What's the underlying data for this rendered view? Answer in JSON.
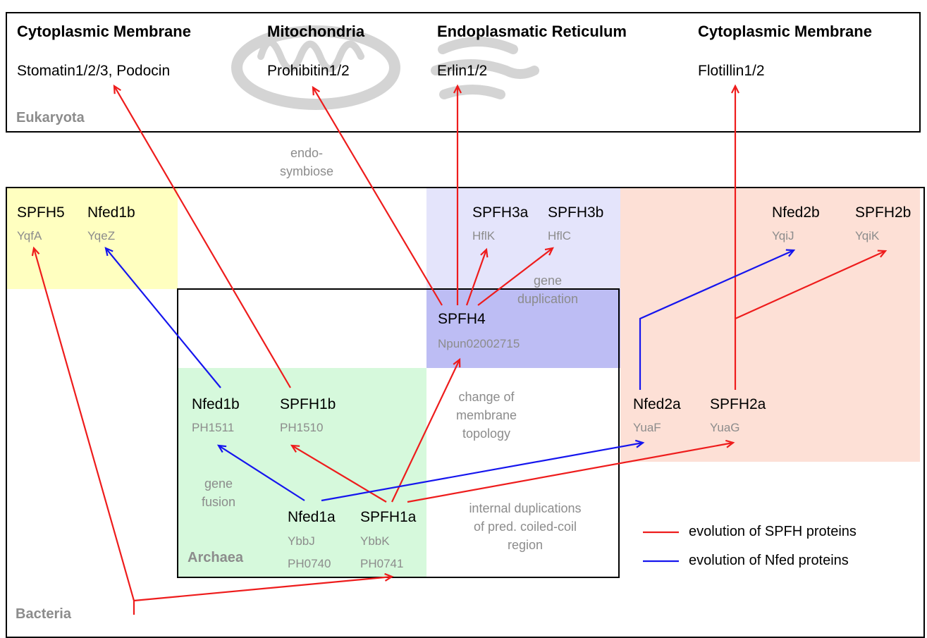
{
  "eukaryota": {
    "group_label": "Eukaryota",
    "compartments": [
      {
        "name": "Cytoplasmic Membrane",
        "proteins": "Stomatin1/2/3, Podocin"
      },
      {
        "name": "Mitochondria",
        "proteins": "Prohibitin1/2"
      },
      {
        "name": "Endoplasmatic Reticulum",
        "proteins": "Erlin1/2"
      },
      {
        "name": "Cytoplasmic Membrane",
        "proteins": "Flotillin1/2"
      }
    ]
  },
  "groups": {
    "bacteria": "Bacteria",
    "archaea": "Archaea"
  },
  "nodes": {
    "spfh5": {
      "name": "SPFH5",
      "ids": [
        "YqfA"
      ]
    },
    "nfed1b_bac": {
      "name": "Nfed1b",
      "ids": [
        "YqeZ"
      ]
    },
    "spfh3a": {
      "name": "SPFH3a",
      "ids": [
        "HflK"
      ]
    },
    "spfh3b": {
      "name": "SPFH3b",
      "ids": [
        "HflC"
      ]
    },
    "nfed2b": {
      "name": "Nfed2b",
      "ids": [
        "YqiJ"
      ]
    },
    "spfh2b": {
      "name": "SPFH2b",
      "ids": [
        "YqiK"
      ]
    },
    "spfh4": {
      "name": "SPFH4",
      "ids": [
        "Npun02002715"
      ]
    },
    "nfed1b_arc": {
      "name": "Nfed1b",
      "ids": [
        "PH1511"
      ]
    },
    "spfh1b": {
      "name": "SPFH1b",
      "ids": [
        "PH1510"
      ]
    },
    "nfed1a": {
      "name": "Nfed1a",
      "ids": [
        "YbbJ",
        "PH0740"
      ]
    },
    "spfh1a": {
      "name": "SPFH1a",
      "ids": [
        "YbbK",
        "PH0741"
      ]
    },
    "nfed2a": {
      "name": "Nfed2a",
      "ids": [
        "YuaF"
      ]
    },
    "spfh2a": {
      "name": "SPFH2a",
      "ids": [
        "YuaG"
      ]
    }
  },
  "annotations": {
    "endosymbiose": [
      "endo-",
      "symbiose"
    ],
    "gene_duplication": [
      "gene",
      "duplication"
    ],
    "change_topology": [
      "change of",
      "membrane",
      "topology"
    ],
    "gene_fusion": [
      "gene",
      "fusion"
    ],
    "internal_dup": [
      "internal duplications",
      "of pred. coiled-coil",
      "region"
    ]
  },
  "legend": {
    "spfh": {
      "label": "evolution of SPFH proteins",
      "color": "#ee1c1c"
    },
    "nfed": {
      "label": "evolution of Nfed proteins",
      "color": "#1515ee"
    }
  },
  "colors": {
    "yellow_region": "#ffffc0",
    "blue_region_light": "#e4e4fb",
    "blue_region_dark": "#bdbdf4",
    "salmon_region": "#fde0d6",
    "green_region": "#d6f9dc",
    "watermark": "#d4d4d4"
  }
}
